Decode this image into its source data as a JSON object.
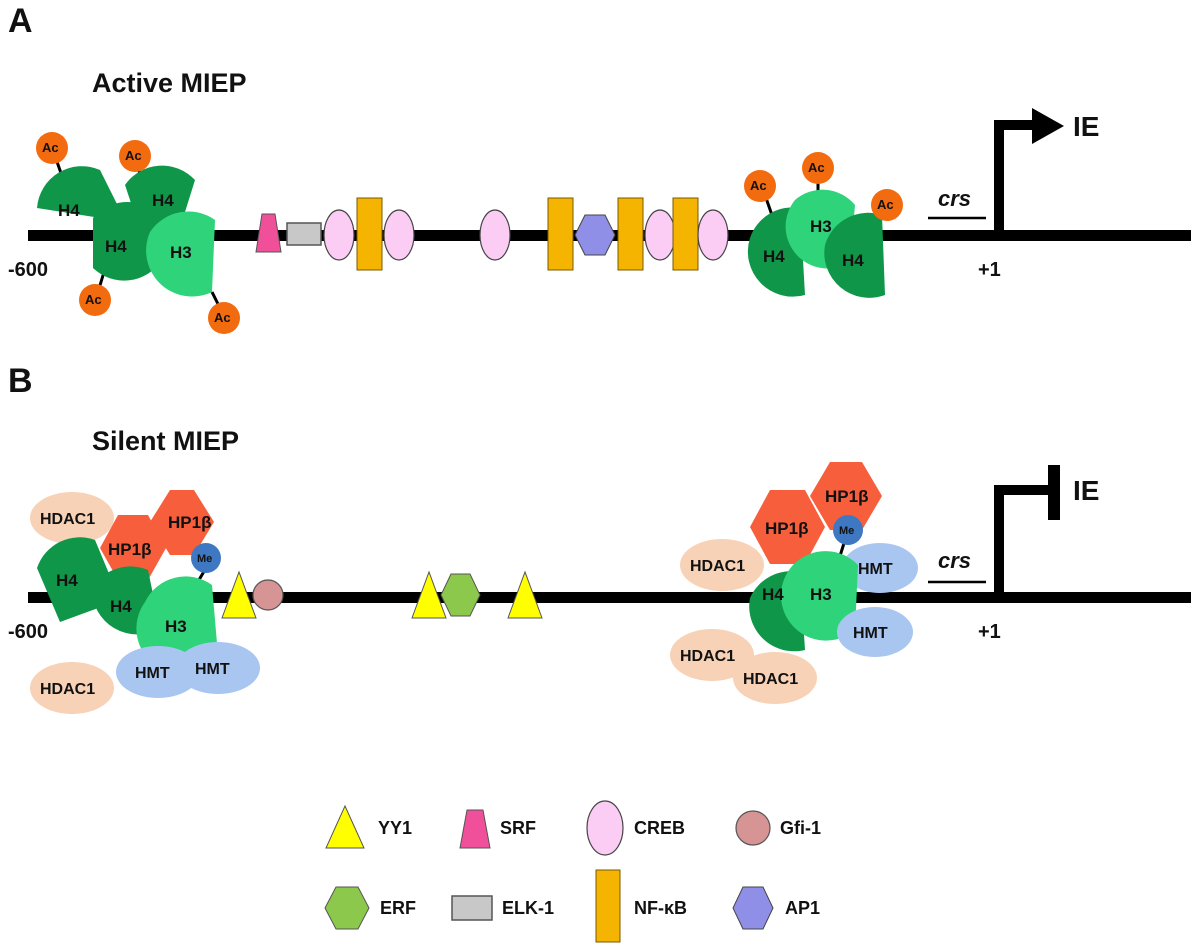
{
  "panel_a": {
    "letter": "A",
    "title": "Active MIEP",
    "start_label": "-600",
    "tss_label": "+1",
    "crs_label": "crs",
    "ie_label": "IE",
    "histones_left": [
      "H4",
      "H4",
      "H4",
      "H3"
    ],
    "histones_right": [
      "H4",
      "H3",
      "H4"
    ],
    "ac_label": "Ac"
  },
  "panel_b": {
    "letter": "B",
    "title": "Silent MIEP",
    "start_label": "-600",
    "tss_label": "+1",
    "crs_label": "crs",
    "ie_label": "IE",
    "histones_left": [
      "H4",
      "H4",
      "H3"
    ],
    "histones_right": [
      "H4",
      "H3"
    ],
    "hdac_label": "HDAC1",
    "hmt_label": "HMT",
    "hp1_label": "HP1β",
    "me_label": "Me"
  },
  "legend": [
    {
      "shape": "triangle",
      "label": "YY1",
      "color": "#ffff00"
    },
    {
      "shape": "trapezoid",
      "label": "SRF",
      "color": "#f0509a"
    },
    {
      "shape": "ellipse",
      "label": "CREB",
      "color": "#fbcdf5"
    },
    {
      "shape": "circle",
      "label": "Gfi-1",
      "color": "#d69494"
    },
    {
      "shape": "hexagon",
      "label": "ERF",
      "color": "#8cc84b"
    },
    {
      "shape": "rect",
      "label": "ELK-1",
      "color": "#c8c8c8"
    },
    {
      "shape": "bar",
      "label": "NF-κB",
      "color": "#f4b400"
    },
    {
      "shape": "hexagon",
      "label": "AP1",
      "color": "#8f8fe8"
    }
  ],
  "colors": {
    "h4": "#0f9648",
    "h3": "#2fd37a",
    "ac": "#f26b0f",
    "hdac": "#f8d2b6",
    "hmt": "#a9c6f1",
    "hp1": "#f65e3c",
    "me": "#3e78c3"
  }
}
